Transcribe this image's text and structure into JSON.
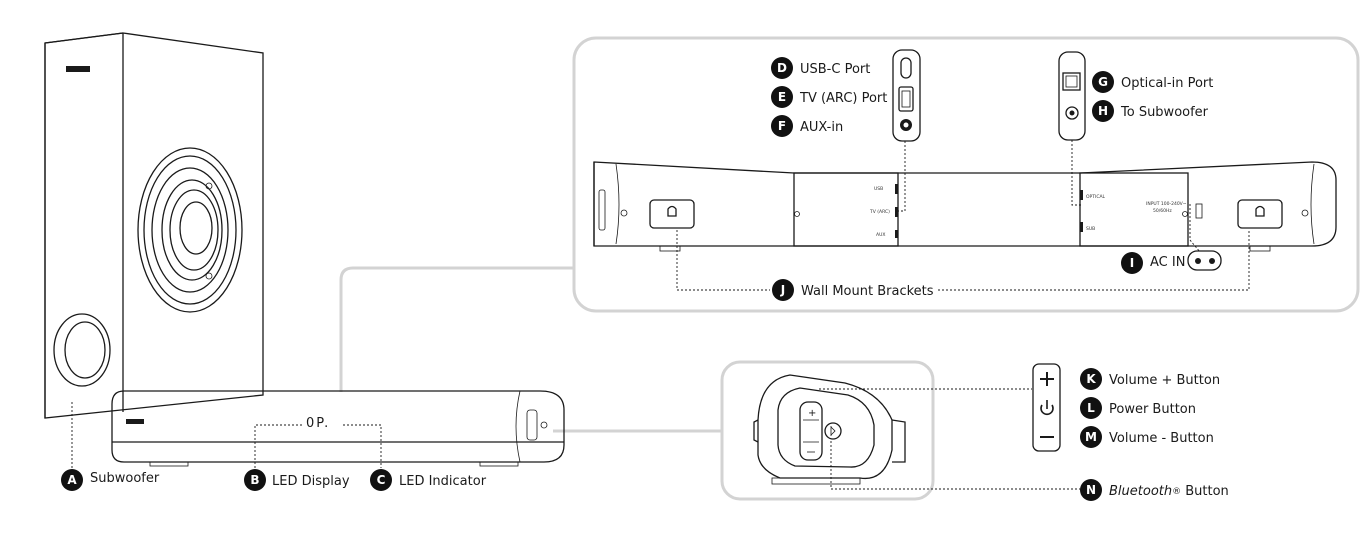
{
  "labels": {
    "A": {
      "letter": "A",
      "text": "Subwoofer"
    },
    "B": {
      "letter": "B",
      "text": "LED Display"
    },
    "C": {
      "letter": "C",
      "text": "LED Indicator"
    },
    "D": {
      "letter": "D",
      "text": "USB-C Port"
    },
    "E": {
      "letter": "E",
      "text": "TV (ARC) Port"
    },
    "F": {
      "letter": "F",
      "text": "AUX-in"
    },
    "G": {
      "letter": "G",
      "text": "Optical-in Port"
    },
    "H": {
      "letter": "H",
      "text": "To Subwoofer"
    },
    "I": {
      "letter": "I",
      "text": "AC IN"
    },
    "J": {
      "letter": "J",
      "text": "Wall Mount Brackets"
    },
    "K": {
      "letter": "K",
      "text": "Volume + Button"
    },
    "L": {
      "letter": "L",
      "text": "Power Button"
    },
    "M": {
      "letter": "M",
      "text": "Volume - Button"
    },
    "N": {
      "letter": "N",
      "text_italic": "Bluetooth",
      "text_mark": "®",
      "text_rest": " Button"
    }
  },
  "device_text": {
    "led_display": "0P.",
    "port_usb": "USB",
    "port_tv": "TV (ARC)",
    "port_aux": "AUX",
    "port_optical": "OPTICAL",
    "port_sub": "SUB",
    "power_input_line1": "INPUT 100-240V~",
    "power_input_line2": "50/60Hz"
  },
  "icons": [
    "plus-icon",
    "power-icon",
    "minus-icon",
    "bluetooth-icon",
    "optical-port-icon",
    "usb-c-port-icon",
    "hdmi-port-icon",
    "aux-port-icon",
    "ac-inlet-icon"
  ],
  "colors": {
    "badge": "#111111",
    "callout_panel_border": "#d3d3d3",
    "line": "#1a1a1a"
  }
}
